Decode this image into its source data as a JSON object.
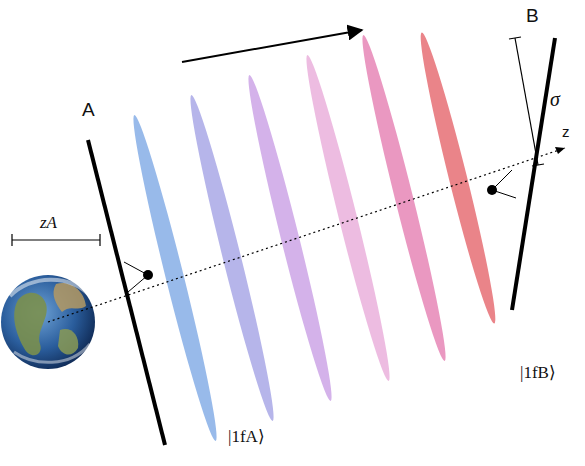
{
  "diagram": {
    "labels": [
      "A",
      "zA",
      "|1fA⟩",
      "B",
      "σ",
      "z",
      "|1fB⟩"
    ]
  }
}
